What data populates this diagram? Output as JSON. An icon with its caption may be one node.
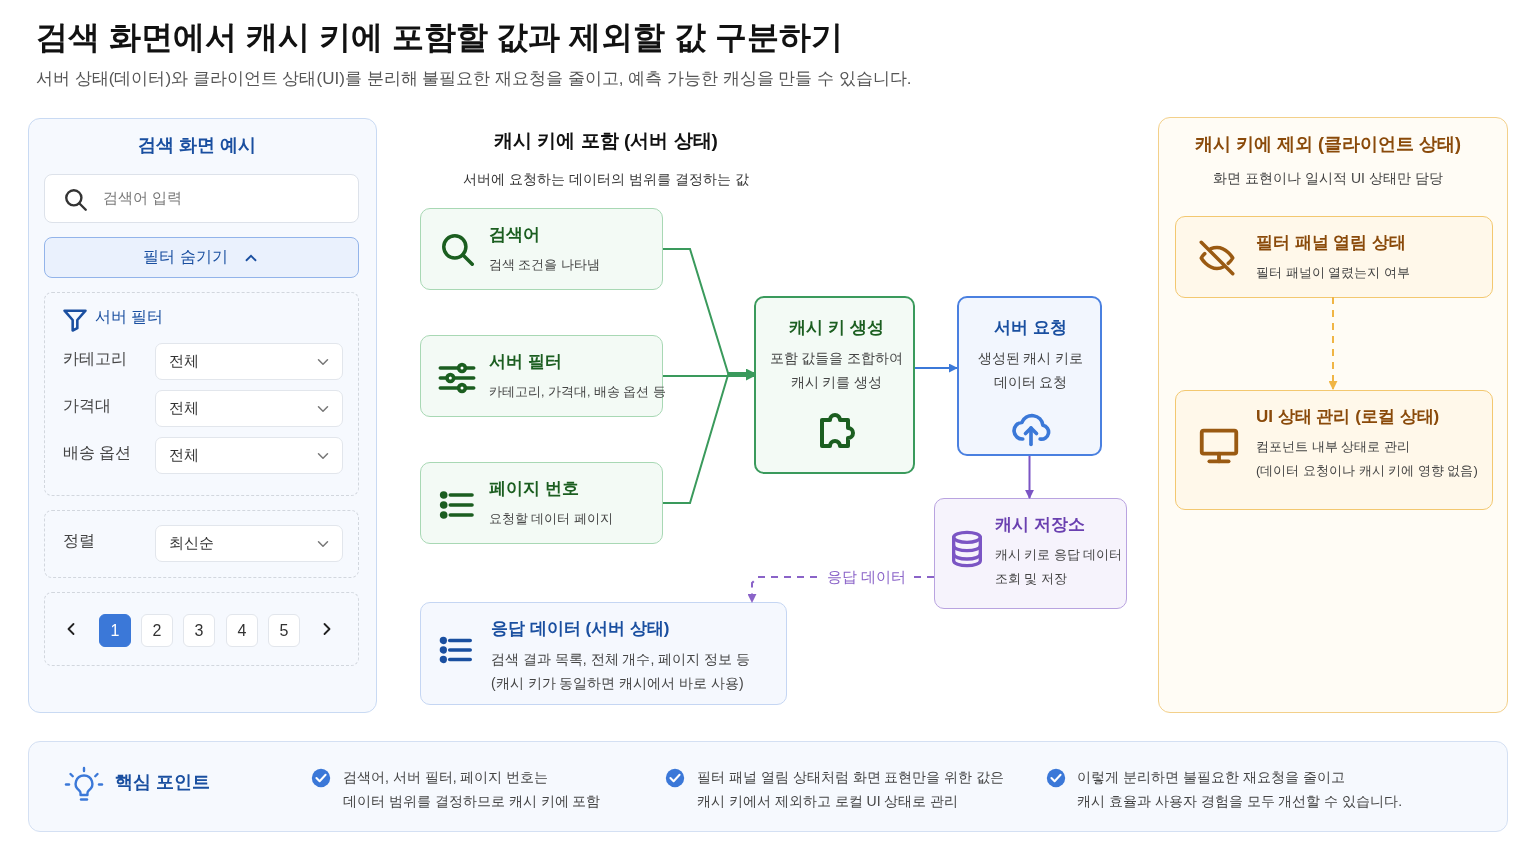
{
  "diagram": {
    "title": "검색 화면에서 캐시 키에 포함할 값과 제외할 값 구분하기",
    "nodes": [
      {
        "text": [
          "검색 화면 예시"
        ]
      },
      {
        "text": [
          "검색어 입력"
        ],
        "in": 0
      },
      {
        "text": [
          "필터 숨기기"
        ],
        "in": 0
      },
      {
        "text": [
          "서버 필터"
        ],
        "in": 0
      },
      {
        "text": [
          "전체"
        ],
        "in": 3,
        "beside": [
          "카테고리"
        ]
      },
      {
        "text": [
          "전체"
        ],
        "in": 3,
        "beside": [
          "가격대"
        ]
      },
      {
        "text": [
          "전체"
        ],
        "in": 3,
        "beside": [
          "배송 옵션"
        ]
      },
      {
        "text": [],
        "shape": "box",
        "in": 0
      },
      {
        "text": [
          "최신순"
        ],
        "in": 7,
        "beside": [
          "정렬"
        ]
      },
      {
        "text": [],
        "shape": "box",
        "in": 0
      },
      {
        "text": [
          "1"
        ],
        "in": 9
      },
      {
        "text": [
          "2"
        ],
        "in": 9
      },
      {
        "text": [
          "3"
        ],
        "in": 9
      },
      {
        "text": [
          "4"
        ],
        "in": 9
      },
      {
        "text": [
          "5"
        ],
        "in": 9
      },
      {
        "text": [
          "검색어",
          "검색 조건을 나타냄"
        ]
      },
      {
        "text": [
          "서버 필터",
          "카테고리, 가격대, 배송 옵션 등"
        ]
      },
      {
        "text": [
          "페이지 번호",
          "요청할 데이터 페이지"
        ]
      },
      {
        "text": [
          "캐시 키 생성",
          "포함 값들을 조합하여 캐시 키를 생성"
        ]
      },
      {
        "text": [
          "서버 요청",
          "생성된 캐시 키로 데이터 요청"
        ]
      },
      {
        "text": [
          "캐시 저장소",
          "캐시 키로 응답 데이터 조회 및 저장"
        ]
      },
      {
        "text": [
          "응답 데이터 (서버 상태)",
          "검색 결과 목록, 전체 개수, 페이지 정보 등",
          "(캐시 키가 동일하면 캐시에서 바로 사용)"
        ]
      },
      {
        "text": [
          "캐시 키에 제외 (클라이언트 상태)",
          "화면 표현이나 일시적 UI 상태만 담당"
        ]
      },
      {
        "text": [
          "필터 패널 열림 상태",
          "필터 패널이 열렸는지 여부"
        ],
        "in": 22
      },
      {
        "text": [
          "UI 상태 관리 (로컬 상태)",
          "컴포넌트 내부 상태로 관리",
          "(데이터 요청이나 캐시 키에 영향 없음)"
        ],
        "in": 22
      },
      {
        "text": [
          "핵심 포인트",
          "검색어, 서버 필터, 페이지 번호는",
          "데이터 범위를 결정하므로 캐시 키에 포함",
          "필터 패널 열림 상태처럼 화면 표현만을 위한 값은",
          "캐시 키에서 제외하고 로컬 UI 상태로 관리",
          "이렇게 분리하면 불필요한 재요청을 줄이고",
          "캐시 효율과 사용자 경험을 모두 개선할 수 있습니다."
        ]
      }
    ],
    "edges": [
      {
        "from": 15,
        "to": 18,
        "arrow": "to"
      },
      {
        "from": 16,
        "to": 18,
        "arrow": "to"
      },
      {
        "from": 17,
        "to": 18,
        "arrow": "to"
      },
      {
        "from": 18,
        "to": 19,
        "arrow": "to",
        "color": "#3b78d8"
      },
      {
        "from": 19,
        "to": 20,
        "arrow": "to",
        "color": "#7b55c4"
      },
      {
        "from": 20,
        "to": 21,
        "arrow": "to",
        "label": "응답 데이터",
        "style": "dashed",
        "color": "#8a63c8"
      },
      {
        "from": 23,
        "to": 24,
        "arrow": "to",
        "style": "dashed",
        "color": "#f0b545"
      }
    ],
    "labels": [
      "서버 상태(데이터)와 클라이언트 상태(UI)를 분리해 불필요한 재요청을 줄이고, 예측 가능한 캐싱을 만들 수 있습니다.",
      "캐시 키에 포함 (서버 상태)",
      "서버에 요청하는 데이터의 범위를 결정하는 값"
    ]
  }
}
